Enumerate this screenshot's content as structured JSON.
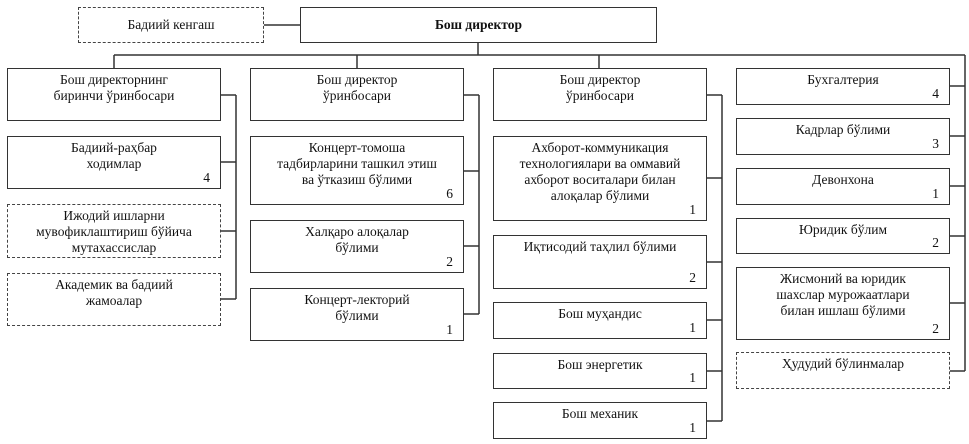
{
  "council": "Бадиий кенгаш",
  "director": "Бош директор",
  "col1": [
    {
      "text": "Бош директорнинг\nбиринчи ўринбосари"
    },
    {
      "text": "Бадиий-раҳбар\nходимлар",
      "count": "4"
    },
    {
      "text": "Ижодий ишларни\nмувофиклаштириш бўйича\nмутахассислар"
    },
    {
      "text": "Академик ва бадиий\nжамоалар"
    }
  ],
  "col2": [
    {
      "text": "Бош директор\nўринбосари"
    },
    {
      "text": "Концерт-томоша\nтадбирларини ташкил этиш\nва ўтказиш бўлими",
      "count": "6"
    },
    {
      "text": "Халқаро алоқалар\nбўлими",
      "count": "2"
    },
    {
      "text": "Концерт-лекторий\nбўлими",
      "count": "1"
    }
  ],
  "col3": [
    {
      "text": "Бош директор\nўринбосари"
    },
    {
      "text": "Ахборот-коммуникация\nтехнологиялари ва оммавий\nахборот воситалари билан\nалоқалар бўлими",
      "count": "1"
    },
    {
      "text": "Иқтисодий таҳлил бўлими",
      "count": "2"
    },
    {
      "text": "Бош муҳандис",
      "count": "1"
    },
    {
      "text": "Бош энергетик",
      "count": "1"
    },
    {
      "text": "Бош механик",
      "count": "1"
    }
  ],
  "col4": [
    {
      "text": "Бухгалтерия",
      "count": "4"
    },
    {
      "text": "Кадрлар бўлими",
      "count": "3"
    },
    {
      "text": "Девонхона",
      "count": "1"
    },
    {
      "text": "Юридик бўлим",
      "count": "2"
    },
    {
      "text": "Жисмоний ва юридик\nшахслар мурожаатлари\nбилан ишлаш бўлими",
      "count": "2"
    },
    {
      "text": "Ҳудудий бўлинмалар"
    }
  ]
}
